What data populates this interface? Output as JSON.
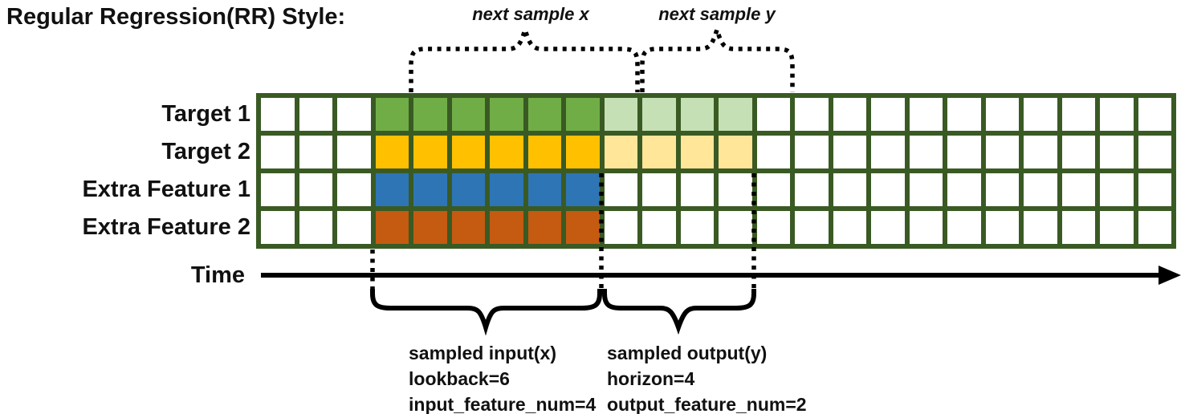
{
  "title": "Regular Regression(RR) Style:",
  "colors": {
    "grid_border": "#3A5A24",
    "annotation": "#000000",
    "background": "#FFFFFF"
  },
  "grid": {
    "columns": 24,
    "input_start_col": 3,
    "lookback": 6,
    "horizon": 4,
    "rows": [
      {
        "label": "Target 1",
        "color": "#70AD47",
        "light_color": "#C5E0B4",
        "has_horizon": true
      },
      {
        "label": "Target 2",
        "color": "#FFC000",
        "light_color": "#FFE699",
        "has_horizon": true
      },
      {
        "label": "Extra Feature 1",
        "color": "#2E75B6",
        "light_color": null,
        "has_horizon": false
      },
      {
        "label": "Extra Feature 2",
        "color": "#C55A11",
        "light_color": null,
        "has_horizon": false
      }
    ]
  },
  "annotations": {
    "next_sample_x": "next sample x",
    "next_sample_y": "next sample y",
    "time_label": "Time",
    "sampled_input": {
      "line1": "sampled input(x)",
      "line2": "lookback=6",
      "line3": "input_feature_num=4"
    },
    "sampled_output": {
      "line1": "sampled output(y)",
      "line2": "horizon=4",
      "line3": "output_feature_num=2"
    }
  }
}
